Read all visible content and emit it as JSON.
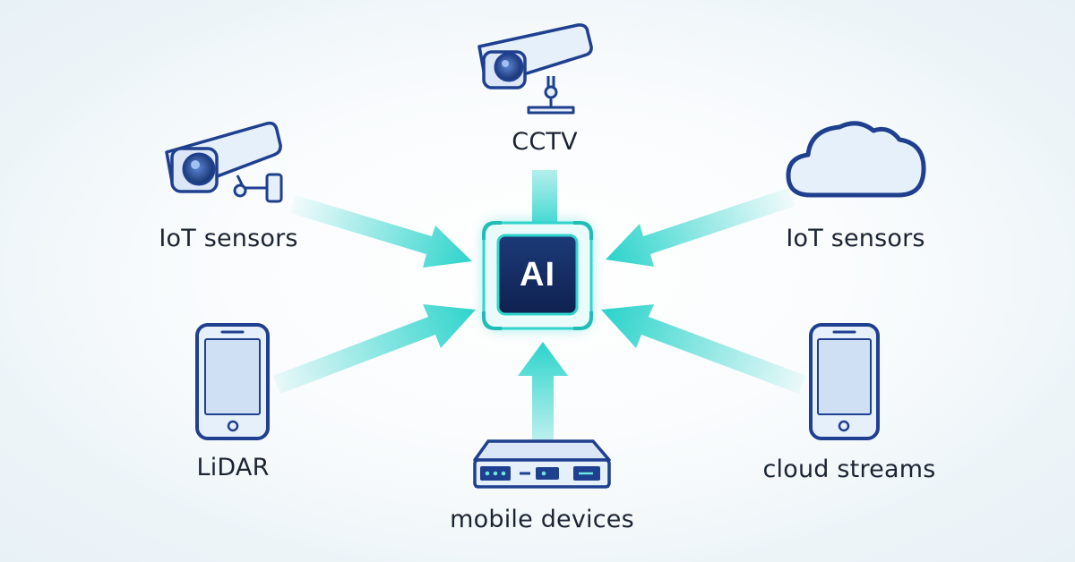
{
  "center": {
    "label": "AI"
  },
  "nodes": {
    "top": {
      "label": "CCTV",
      "icon": "cctv-camera-icon"
    },
    "upper_left": {
      "label": "IoT sensors",
      "icon": "cctv-camera-icon"
    },
    "upper_right": {
      "label": "IoT sensors",
      "icon": "cloud-icon"
    },
    "lower_left": {
      "label": "LiDAR",
      "icon": "smartphone-icon"
    },
    "lower_right": {
      "label": "cloud streams",
      "icon": "smartphone-icon"
    },
    "bottom": {
      "label": "mobile devices",
      "icon": "network-device-icon"
    }
  },
  "colors": {
    "arrow": "#2fd4cc",
    "arrow_light": "#c8f3f0",
    "chip": "#13285a",
    "chip_glow": "#2fd4cc",
    "icon_stroke": "#1f3f8f",
    "icon_fill": "#e6f0fb",
    "text": "#1b2433"
  }
}
